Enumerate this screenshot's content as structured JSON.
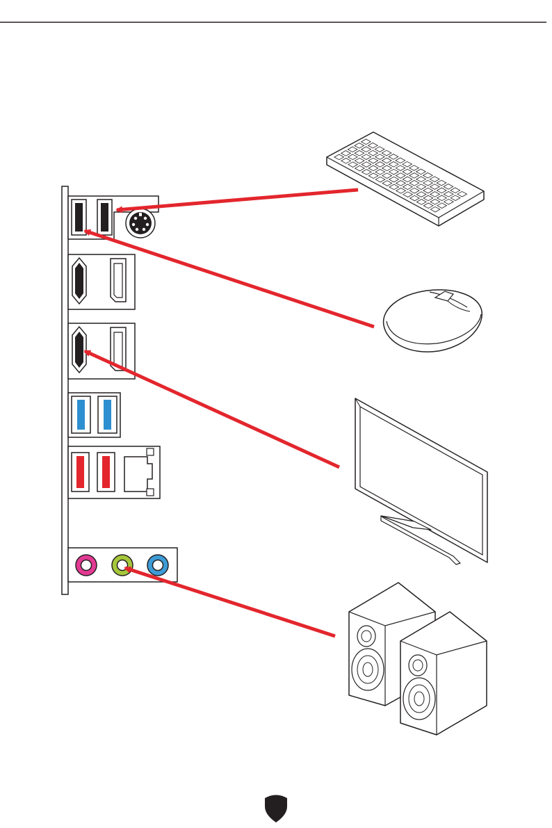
{
  "page": {
    "background": "#ffffff",
    "line_color": "#231f20",
    "arrow_color": "#e3262d"
  },
  "io_panel": {
    "ports": [
      {
        "id": "usb-keyboard",
        "icon": "usb-port-icon",
        "color": "#231f20"
      },
      {
        "id": "usb-mouse",
        "icon": "usb-port-icon",
        "color": "#231f20"
      },
      {
        "id": "ps2",
        "icon": "ps2-port-icon"
      },
      {
        "id": "hdmi-1",
        "icon": "hdmi-port-icon"
      },
      {
        "id": "displayport-1",
        "icon": "displayport-icon"
      },
      {
        "id": "hdmi-2",
        "icon": "hdmi-port-icon"
      },
      {
        "id": "displayport-2",
        "icon": "displayport-icon"
      },
      {
        "id": "usb-blue-1",
        "icon": "usb-port-icon",
        "color": "#2e8fd0"
      },
      {
        "id": "usb-blue-2",
        "icon": "usb-port-icon",
        "color": "#2e8fd0"
      },
      {
        "id": "usb-red-1",
        "icon": "usb-port-icon",
        "color": "#e3262d"
      },
      {
        "id": "usb-red-2",
        "icon": "usb-port-icon",
        "color": "#e3262d"
      },
      {
        "id": "lan",
        "icon": "ethernet-port-icon"
      },
      {
        "id": "audio-mic",
        "icon": "audio-jack-icon",
        "color": "#e23a93"
      },
      {
        "id": "audio-line-out",
        "icon": "audio-jack-icon",
        "color": "#a6c73b"
      },
      {
        "id": "audio-line-in",
        "icon": "audio-jack-icon",
        "color": "#3d9bd6"
      }
    ]
  },
  "devices": [
    {
      "id": "keyboard",
      "icon": "keyboard-icon",
      "connects_to": "usb-keyboard"
    },
    {
      "id": "mouse",
      "icon": "mouse-icon",
      "connects_to": "usb-mouse"
    },
    {
      "id": "monitor",
      "icon": "monitor-icon",
      "connects_to": "hdmi-2"
    },
    {
      "id": "speakers",
      "icon": "speakers-icon",
      "connects_to": "audio-line-out"
    }
  ],
  "footer": {
    "logo": "msi-shield-logo-icon"
  }
}
